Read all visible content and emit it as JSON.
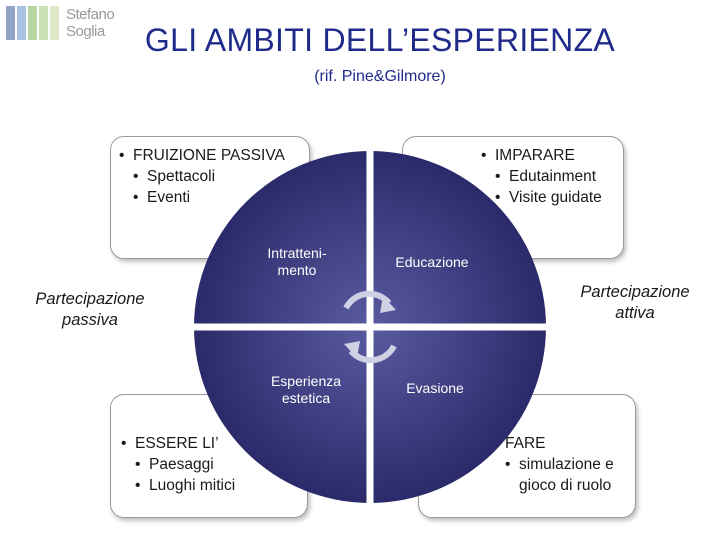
{
  "logo": {
    "line1": "Stefano",
    "line2": "Soglia",
    "bar_colors": [
      "#8fa3c9",
      "#a9c3e3",
      "#b7d6a3",
      "#c9e0b2",
      "#dde9c9"
    ]
  },
  "header": {
    "title": "GLI AMBITI DELL’ESPERIENZA",
    "subtitle": "(rif. Pine&Gilmore)"
  },
  "boxes": {
    "top_left": {
      "items": [
        {
          "text": "FRUIZIONE PASSIVA",
          "level": 1
        },
        {
          "text": "Spettacoli",
          "level": 2
        },
        {
          "text": "Eventi",
          "level": 2
        }
      ]
    },
    "top_right": {
      "items": [
        {
          "text": "IMPARARE",
          "level": 1
        },
        {
          "text": "Edutainment",
          "level": 2
        },
        {
          "text": "Visite guidate",
          "level": 2
        }
      ]
    },
    "bottom_left": {
      "items": [
        {
          "text": "ESSERE LI’",
          "level": 1
        },
        {
          "text": "Paesaggi",
          "level": 2
        },
        {
          "text": "Luoghi mitici",
          "level": 2
        }
      ]
    },
    "bottom_right": {
      "items": [
        {
          "text": "FARE",
          "level": 1
        },
        {
          "text": "simulazione e gioco di ruolo",
          "level": 2
        }
      ]
    }
  },
  "quadrants": {
    "top_left": "Intratteni-mento",
    "top_right": "Educazione",
    "bottom_left": "Esperienza estetica",
    "bottom_right": "Evasione"
  },
  "sides": {
    "left": "Partecipazione passiva",
    "right": "Partecipazione attiva"
  },
  "colors": {
    "wheel_center": "#5a5aa0",
    "wheel_edge": "#2a2a6a",
    "title": "#1f2a8a",
    "arrows": "#d0d0e0"
  }
}
